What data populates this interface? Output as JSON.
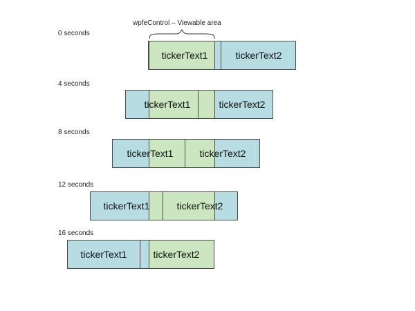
{
  "diagram": {
    "header": "wpfeControl – Viewable area",
    "stages": [
      {
        "label": "0 seconds",
        "text1": "tickerText1",
        "text2": "tickerText2"
      },
      {
        "label": "4 seconds",
        "text1": "tickerText1",
        "text2": "tickerText2"
      },
      {
        "label": "8 seconds",
        "text1": "tickerText1",
        "text2": "tickerText2"
      },
      {
        "label": "12 seconds",
        "text1": "tickerText1",
        "text2": "tickerText2"
      },
      {
        "label": "16 seconds",
        "text1": "tickerText1",
        "text2": "tickerText2"
      }
    ]
  }
}
